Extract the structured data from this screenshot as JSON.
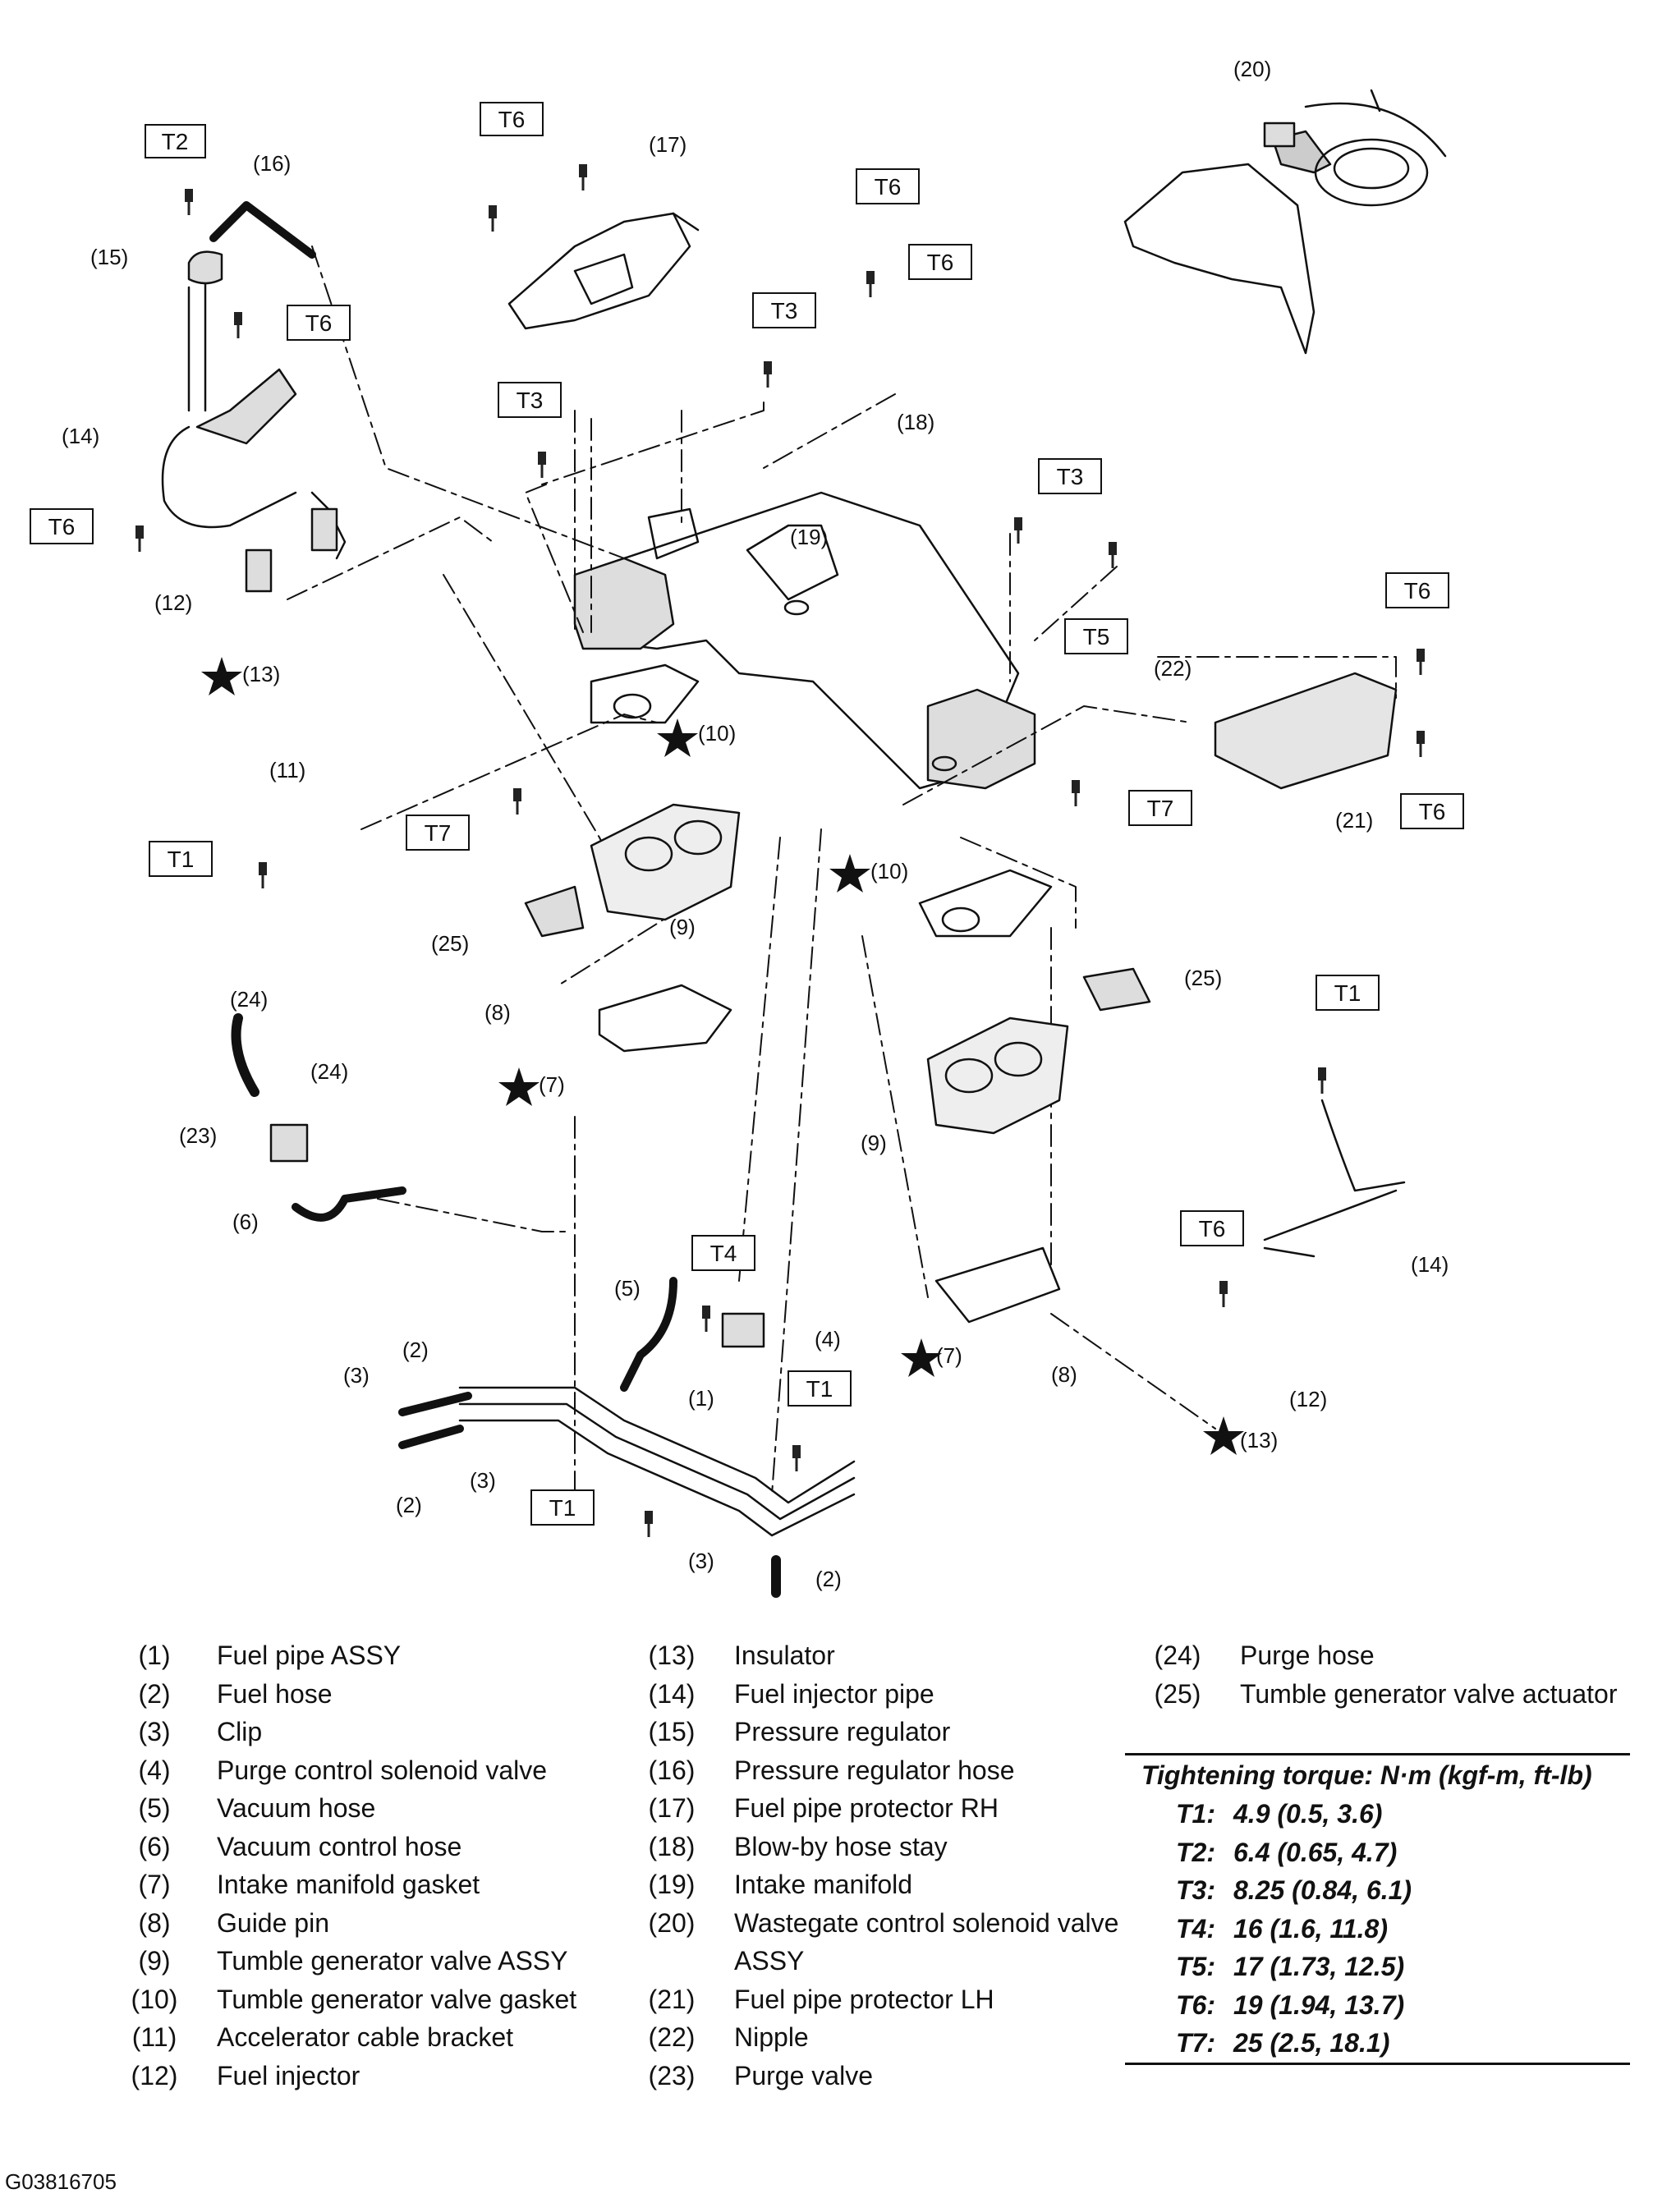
{
  "diagram_labels": {
    "c1": "(1)",
    "c2a": "(2)",
    "c2b": "(2)",
    "c2c": "(2)",
    "c3a": "(3)",
    "c3b": "(3)",
    "c3c": "(3)",
    "c4": "(4)",
    "c5": "(5)",
    "c6": "(6)",
    "c7a": "(7)",
    "c7b": "(7)",
    "c8a": "(8)",
    "c8b": "(8)",
    "c9a": "(9)",
    "c9b": "(9)",
    "c10a": "(10)",
    "c10b": "(10)",
    "c11": "(11)",
    "c12a": "(12)",
    "c12b": "(12)",
    "c13a": "(13)",
    "c13b": "(13)",
    "c14a": "(14)",
    "c14b": "(14)",
    "c15": "(15)",
    "c16": "(16)",
    "c17": "(17)",
    "c18": "(18)",
    "c19": "(19)",
    "c20": "(20)",
    "c21": "(21)",
    "c22": "(22)",
    "c23": "(23)",
    "c24a": "(24)",
    "c24b": "(24)",
    "c25a": "(25)",
    "c25b": "(25)"
  },
  "torque_tags": {
    "t2": "T2",
    "t6a": "T6",
    "t6b": "T6",
    "t6c": "T6",
    "t6d": "T6",
    "t6e": "T6",
    "t6f": "T6",
    "t6g": "T6",
    "t3a": "T3",
    "t3b": "T3",
    "t3c": "T3",
    "t5": "T5",
    "t7a": "T7",
    "t7b": "T7",
    "t1a": "T1",
    "t1b": "T1",
    "t1c": "T1",
    "t1d": "T1",
    "t4": "T4"
  },
  "legend": {
    "col1": [
      {
        "num": "(1)",
        "desc": "Fuel pipe ASSY"
      },
      {
        "num": "(2)",
        "desc": "Fuel hose"
      },
      {
        "num": "(3)",
        "desc": "Clip"
      },
      {
        "num": "(4)",
        "desc": "Purge control solenoid valve"
      },
      {
        "num": "(5)",
        "desc": "Vacuum hose"
      },
      {
        "num": "(6)",
        "desc": "Vacuum control hose"
      },
      {
        "num": "(7)",
        "desc": "Intake manifold gasket"
      },
      {
        "num": "(8)",
        "desc": "Guide pin"
      },
      {
        "num": "(9)",
        "desc": "Tumble generator valve ASSY"
      },
      {
        "num": "(10)",
        "desc": "Tumble generator valve gasket"
      },
      {
        "num": "(11)",
        "desc": "Accelerator cable bracket"
      },
      {
        "num": "(12)",
        "desc": "Fuel injector"
      }
    ],
    "col2": [
      {
        "num": "(13)",
        "desc": "Insulator"
      },
      {
        "num": "(14)",
        "desc": "Fuel injector pipe"
      },
      {
        "num": "(15)",
        "desc": "Pressure regulator"
      },
      {
        "num": "(16)",
        "desc": "Pressure regulator hose"
      },
      {
        "num": "(17)",
        "desc": "Fuel pipe protector RH"
      },
      {
        "num": "(18)",
        "desc": "Blow-by hose stay"
      },
      {
        "num": "(19)",
        "desc": "Intake manifold"
      },
      {
        "num": "(20)",
        "desc": "Wastegate control solenoid valve ASSY"
      },
      {
        "num": "(21)",
        "desc": "Fuel pipe protector LH"
      },
      {
        "num": "(22)",
        "desc": "Nipple"
      },
      {
        "num": "(23)",
        "desc": "Purge valve"
      }
    ],
    "col3": [
      {
        "num": "(24)",
        "desc": "Purge hose"
      },
      {
        "num": "(25)",
        "desc": "Tumble generator valve actuator"
      }
    ]
  },
  "torque_table": {
    "title": "Tightening torque: N·m (kgf-m, ft-lb)",
    "rows": [
      {
        "key": "T1:",
        "value": "4.9 (0.5, 3.6)"
      },
      {
        "key": "T2:",
        "value": "6.4 (0.65, 4.7)"
      },
      {
        "key": "T3:",
        "value": "8.25 (0.84, 6.1)"
      },
      {
        "key": "T4:",
        "value": "16 (1.6, 11.8)"
      },
      {
        "key": "T5:",
        "value": "17 (1.73, 12.5)"
      },
      {
        "key": "T6:",
        "value": "19 (1.94, 13.7)"
      },
      {
        "key": "T7:",
        "value": "25 (2.5, 18.1)"
      }
    ]
  },
  "figure_code": "G03816705"
}
